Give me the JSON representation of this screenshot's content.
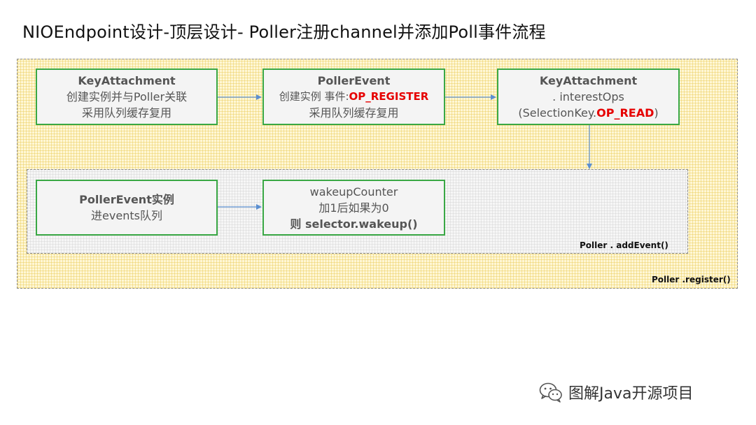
{
  "title": "NIOEndpoint设计-顶层设计- Poller注册channel并添加Poll事件流程",
  "containers": {
    "outer_label": "Poller .register()",
    "inner_label": "Poller . addEvent()"
  },
  "boxes": {
    "key_attachment": {
      "heading": "KeyAttachment",
      "line1": "创建实例并与Poller关联",
      "line2": "采用队列缓存复用"
    },
    "poller_event": {
      "line1_plain": "创建实例 事件:",
      "line1_highlight": "OP_REGISTER",
      "heading": "PollerEvent",
      "line2": "采用队列缓存复用"
    },
    "interest_ops": {
      "heading": "KeyAttachment",
      "line1": ". interestOps",
      "line2_prefix": "(SelectionKey.",
      "line2_highlight": "OP_READ",
      "line2_suffix": ")"
    },
    "poller_event_instance": {
      "heading": "PollerEvent实例",
      "line1": "进events队列"
    },
    "wakeup": {
      "line1": "wakeupCounter",
      "line2": "加1后如果为0",
      "line3": "则 selector.wakeup()"
    }
  },
  "watermark": {
    "text": "图解Java开源项目",
    "icon": "wechat-icon"
  },
  "colors": {
    "box_border": "#3aa845",
    "highlight": "#e60000",
    "arrow": "#5b8fd1"
  }
}
